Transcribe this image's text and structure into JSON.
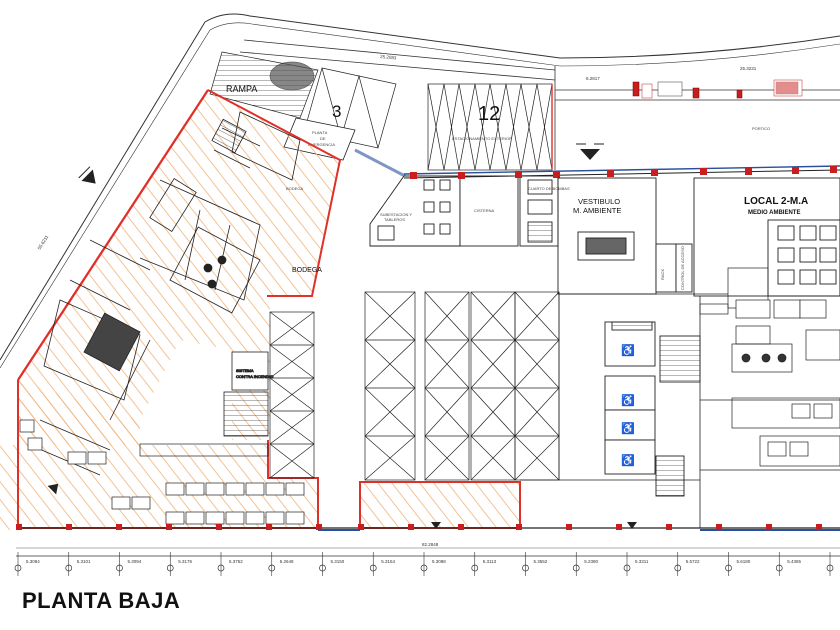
{
  "drawing_title": "PLANTA BAJA",
  "labels": {
    "rampa": "RAMPA",
    "num3": "3",
    "num12": "12",
    "planta_emergencia": [
      "PLANTA",
      "DE",
      "EMERGENCIA"
    ],
    "bodega": "BODEGA",
    "vestibulo": [
      "VESTIBULO",
      "M. AMBIENTE"
    ],
    "local": "LOCAL 2-M.A",
    "medio_ambiente": "MEDIO AMBIENTE",
    "cisterna": "CISTERNA",
    "portico": "PORTICO",
    "estacionamiento": "ESTACIONAMIENTO EXTERIOR",
    "subestacion": [
      "SUBESTACION Y",
      "TABLEROS"
    ],
    "bodega_top": "BODEGA",
    "cuarto_bombas": "CUARTO DE BOMBAS",
    "sistema": [
      "SISTEMA",
      "CONTRA INCENDIO"
    ],
    "rack": "RACK",
    "control": "CONTROL DE ACCESO"
  },
  "dimensions": {
    "left_diagonal": "55.6211",
    "top_band": "25.2083",
    "right_top": "25.3231",
    "mid_small": "6.2817",
    "bottom_total": "82.2848",
    "bottom_segments": [
      "5.3094",
      "5.3101",
      "5.3094",
      "5.3176",
      "5.3752",
      "5.2648",
      "5.3150",
      "5.3154",
      "5.3088",
      "5.3113",
      "5.3552",
      "5.2380",
      "5.3311",
      "5.5722",
      "5.6180",
      "5.4365"
    ]
  },
  "colors": {
    "wall": "#222222",
    "zone_red": "#e0302a",
    "hatch_orange": "#f0b47a",
    "column_red": "#c81e1e",
    "accent_blue": "#2a4f9c"
  }
}
